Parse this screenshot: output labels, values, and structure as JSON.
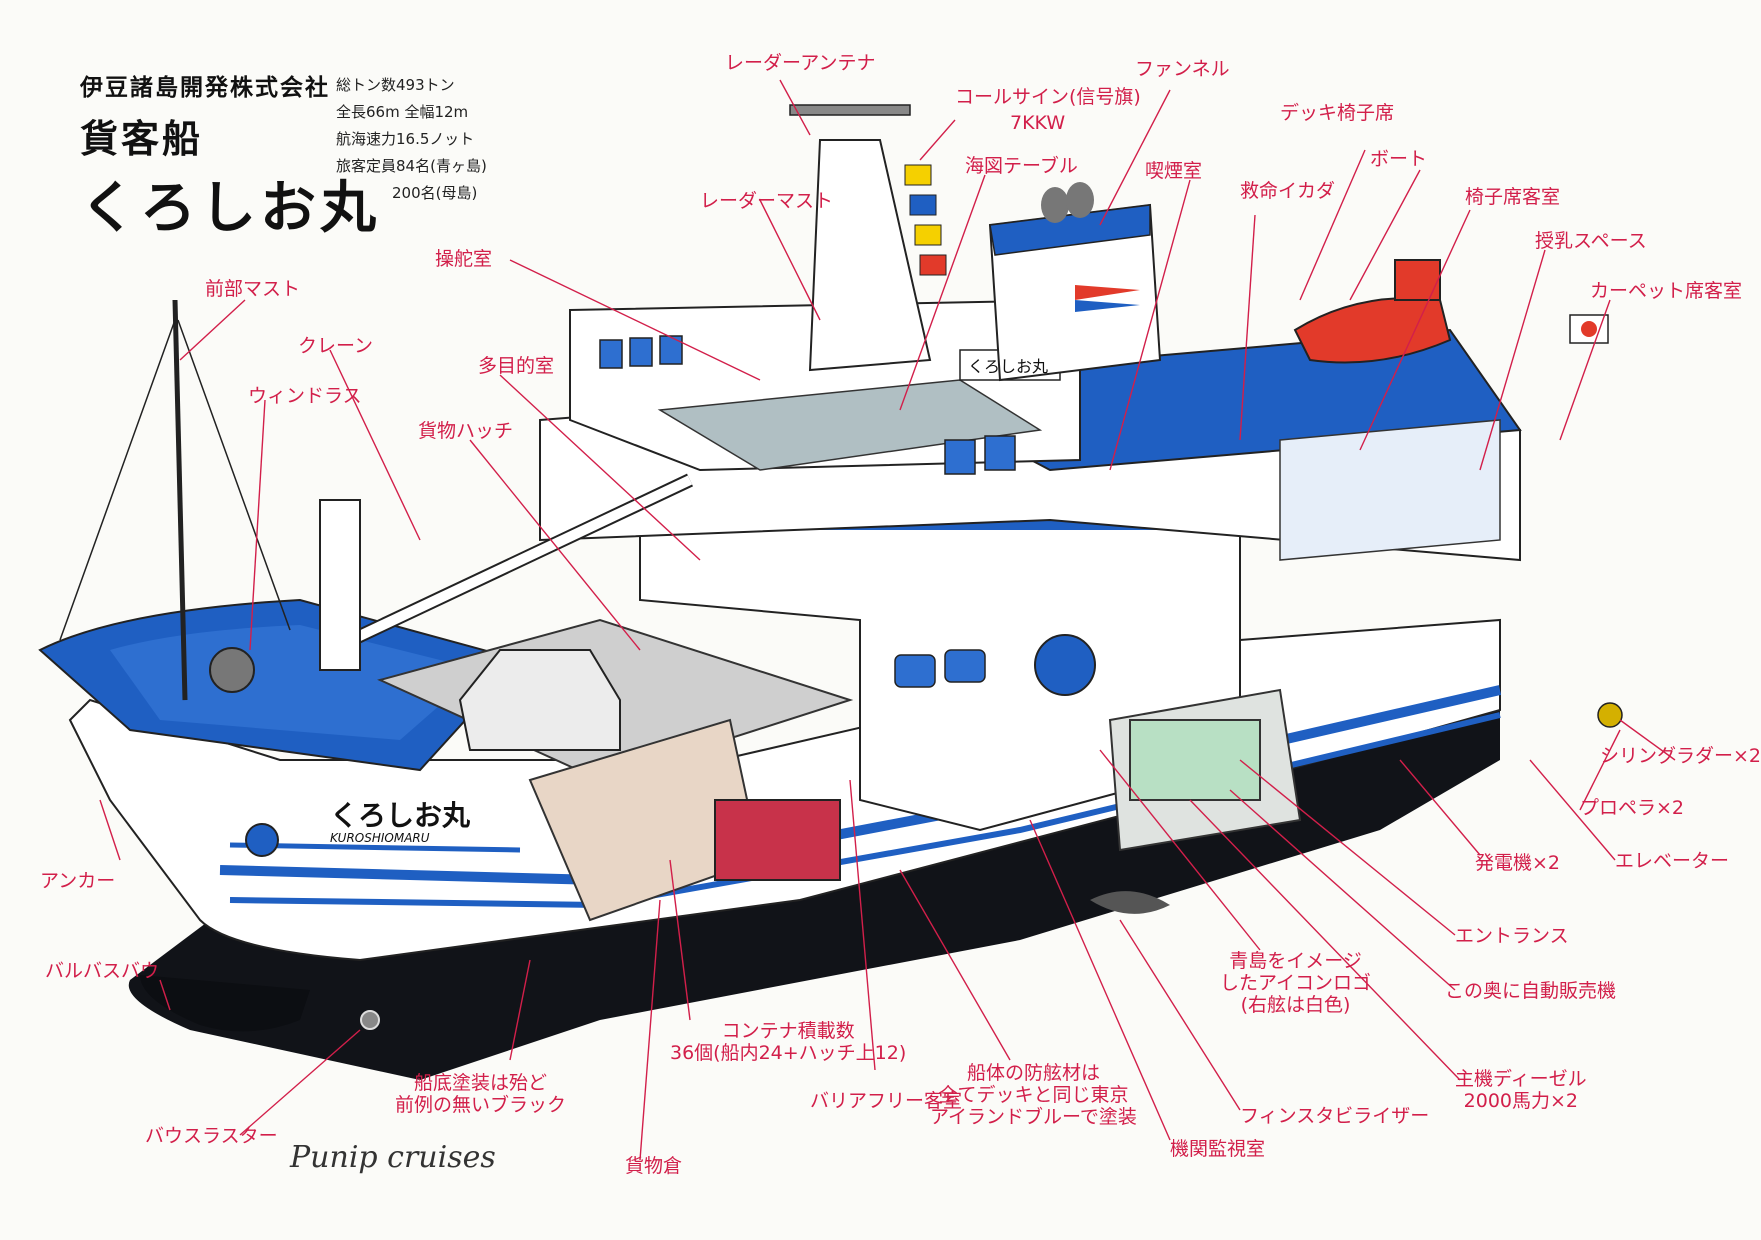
{
  "header": {
    "company": "伊豆諸島開発株式会社",
    "ship_type": "貨客船",
    "ship_name": "くろしお丸"
  },
  "specs": {
    "tonnage": "総トン数493トン",
    "dimensions": "全長66m  全幅12m",
    "speed": "航海速力16.5ノット",
    "capacity_aogashima": "旅客定員84名(青ヶ島)",
    "capacity_hahajima": "200名(母島)"
  },
  "hull": {
    "name_jp": "くろしお丸",
    "name_en": "KUROSHIOMARU",
    "name_plate": "くろしお丸"
  },
  "labels": {
    "radar_antenna": "レーダーアンテナ",
    "funnel": "ファンネル",
    "call_sign": "コールサイン(信号旗)",
    "call_sign_code": "7KKW",
    "chart_table": "海図テーブル",
    "smoking_room": "喫煙室",
    "deck_chair": "デッキ椅子席",
    "life_raft": "救命イカダ",
    "boat": "ボート",
    "radar_mast": "レーダーマスト",
    "chair_cabin": "椅子席客室",
    "nursing_space": "授乳スペース",
    "bridge": "操舵室",
    "carpet_cabin": "カーペット席客室",
    "fore_mast": "前部マスト",
    "crane": "クレーン",
    "multipurpose_room": "多目的室",
    "windlass": "ウィンドラス",
    "cargo_hatch": "貨物ハッチ",
    "schilling_rudder": "シリングラダー×2",
    "propeller": "プロペラ×2",
    "generator": "発電機×2",
    "elevator": "エレベーター",
    "anchor": "アンカー",
    "entrance": "エントランス",
    "bulbous_bow": "バルバスバウ",
    "aogashima_logo": "青島をイメージ\nしたアイコンロゴ\n(右舷は白色)",
    "vending_machine": "この奥に自動販売機",
    "container_count": "コンテナ積載数\n36個(船内24+ハッチ上12)",
    "main_engine": "主機ディーゼル\n2000馬力×2",
    "barrier_free": "バリアフリー客室",
    "fender_paint": "船体の防舷材は\n全てデッキと同じ東京\nアイランドブルーで塗装",
    "bottom_paint": "船底塗装は殆ど\n前例の無いブラック",
    "fin_stabilizer": "フィンスタビライザー",
    "bow_thruster": "バウスラスター",
    "cargo_hold": "貨物倉",
    "engine_control": "機関監視室"
  },
  "signature": "Punip cruises",
  "colors": {
    "label_red": "#d21f4a",
    "deck_blue": "#1f5fc2",
    "hull_black": "#111318",
    "boat_red": "#e23a2a",
    "container_red": "#c8324a"
  }
}
